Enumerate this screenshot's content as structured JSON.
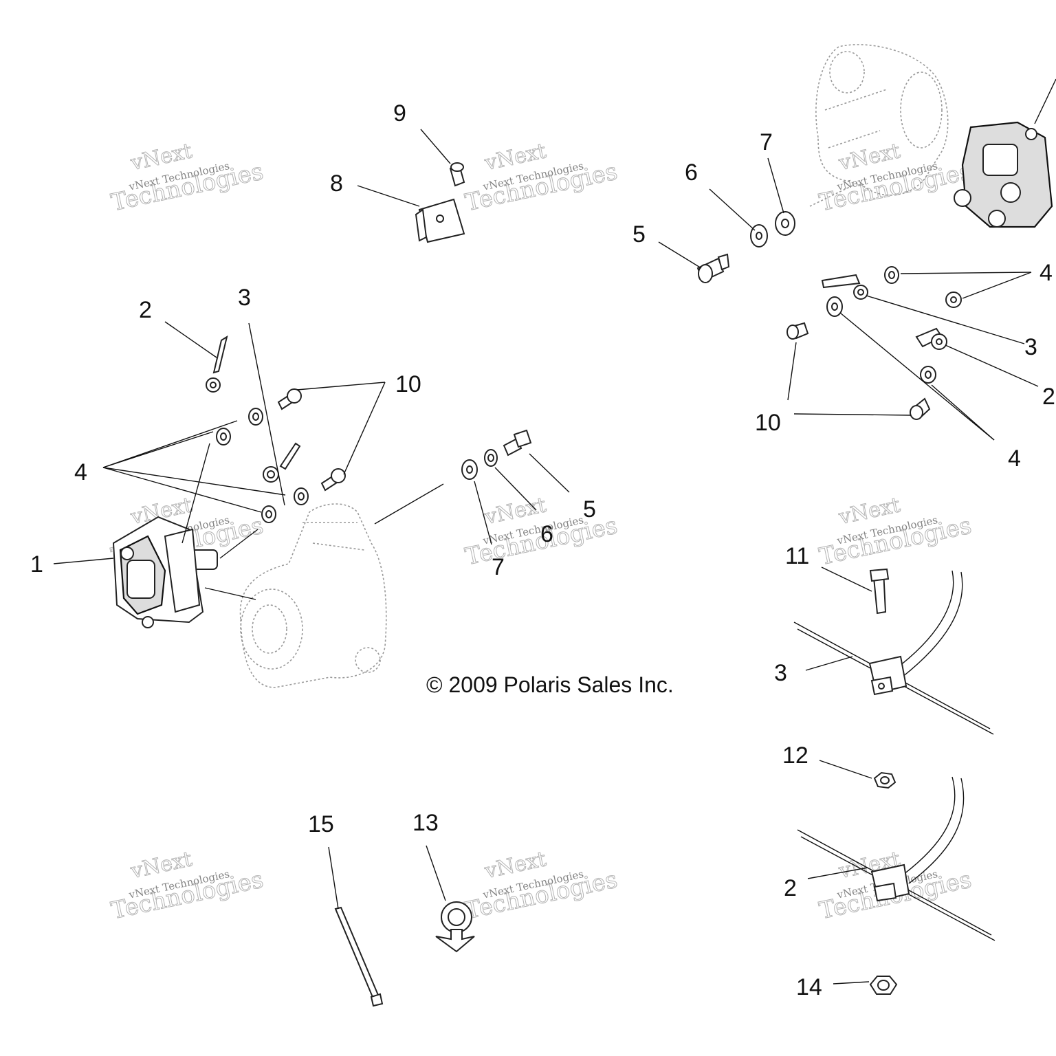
{
  "copyright": "© 2009 Polaris Sales Inc.",
  "watermark": {
    "line1": "vNext Technologies",
    "line2": "vNext",
    "line3": "Technologies"
  },
  "callouts": {
    "left_1": "1",
    "left_2": "2",
    "left_3": "3",
    "left_4": "4",
    "left_5": "5",
    "left_6": "6",
    "left_7": "7",
    "left_10": "10",
    "top_8": "8",
    "top_9": "9",
    "right_5": "5",
    "right_6": "6",
    "right_7": "7",
    "right_4a": "4",
    "right_3": "3",
    "right_2": "2",
    "right_10": "10",
    "right_4b": "4",
    "clamp_11": "11",
    "clamp_3": "3",
    "clamp_12": "12",
    "clamp_2": "2",
    "clamp_14": "14",
    "bottom_15": "15",
    "bottom_13": "13"
  }
}
